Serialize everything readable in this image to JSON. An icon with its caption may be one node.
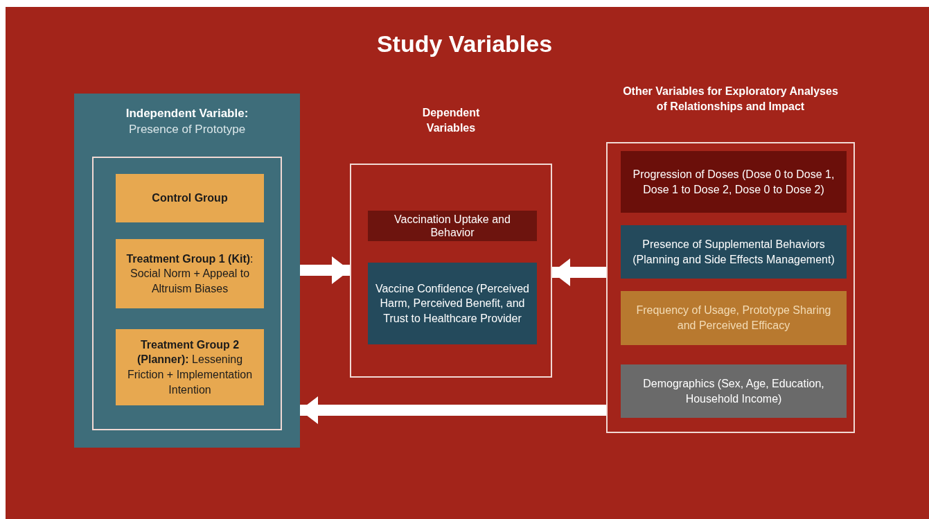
{
  "diagram": {
    "title": "Study Variables",
    "nodes": [
      {
        "text": [
          "Independent Variable:",
          "Presence of Prototype"
        ]
      },
      {
        "text": [],
        "shape": "box",
        "in": 0
      },
      {
        "text": [
          "Control Group"
        ],
        "in": 1
      },
      {
        "text": [
          "**Treatment Group 1 (Kit)**: Social Norm + Appeal to Altruism Biases"
        ],
        "in": 1
      },
      {
        "text": [
          "**Treatment Group 2 (Planner):** Lessening Friction + Implementation Intention"
        ],
        "in": 1
      },
      {
        "text": [
          "Dependent Variables"
        ]
      },
      {
        "text": [
          "Vaccination Uptake and Behavior"
        ],
        "in": 5
      },
      {
        "text": [
          "Vaccine Confidence (Perceived Harm, Perceived Benefit, and Trust to Healthcare Provider"
        ],
        "in": 5
      },
      {
        "text": [
          "Other Variables for Exploratory Analyses of Relationships and Impact"
        ]
      },
      {
        "text": [
          "Progression of Doses (Dose 0 to Dose 1, Dose 1 to Dose 2, Dose 0 to Dose 2)"
        ],
        "in": 8
      },
      {
        "text": [
          "Presence of Supplemental Behaviors (Planning and Side Effects Management)"
        ],
        "in": 8
      },
      {
        "text": [
          "Frequency of Usage, Prototype Sharing and Perceived Efficacy"
        ],
        "in": 8
      },
      {
        "text": [
          "Demographics (Sex, Age, Education, Household Income)"
        ],
        "in": 8
      }
    ],
    "edges": [
      {
        "from": 0,
        "to": 5,
        "arrow": "to"
      },
      {
        "from": 8,
        "to": 5,
        "arrow": "to"
      },
      {
        "from": 8,
        "to": 0,
        "arrow": "to"
      }
    ]
  }
}
